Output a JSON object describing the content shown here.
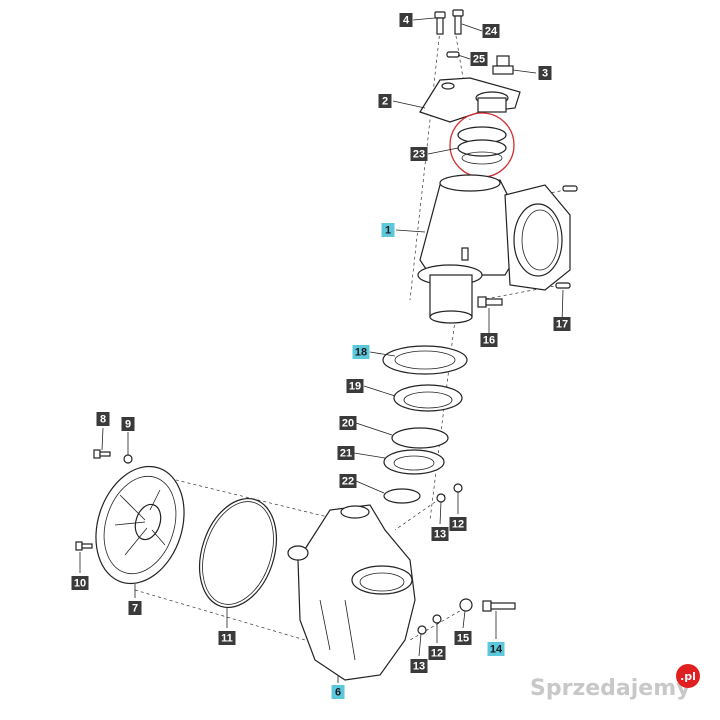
{
  "diagram": {
    "labels": [
      {
        "id": "4",
        "highlight": false
      },
      {
        "id": "24",
        "highlight": false
      },
      {
        "id": "25",
        "highlight": false
      },
      {
        "id": "3",
        "highlight": false
      },
      {
        "id": "2",
        "highlight": false
      },
      {
        "id": "23",
        "highlight": false
      },
      {
        "id": "1",
        "highlight": true
      },
      {
        "id": "17",
        "highlight": false
      },
      {
        "id": "16",
        "highlight": false
      },
      {
        "id": "18",
        "highlight": true
      },
      {
        "id": "19",
        "highlight": false
      },
      {
        "id": "20",
        "highlight": false
      },
      {
        "id": "21",
        "highlight": false
      },
      {
        "id": "22",
        "highlight": false
      },
      {
        "id": "8",
        "highlight": false
      },
      {
        "id": "9",
        "highlight": false
      },
      {
        "id": "13",
        "highlight": false
      },
      {
        "id": "12",
        "highlight": false
      },
      {
        "id": "10",
        "highlight": false
      },
      {
        "id": "7",
        "highlight": false
      },
      {
        "id": "11",
        "highlight": false
      },
      {
        "id": "15",
        "highlight": false
      },
      {
        "id": "14",
        "highlight": true
      },
      {
        "id": "6",
        "highlight": true
      },
      {
        "id": "13b",
        "text": "13",
        "highlight": false
      },
      {
        "id": "12b",
        "text": "12",
        "highlight": false
      }
    ],
    "colors": {
      "label_default": "#3a3a3a",
      "label_highlight": "#5bc8dc",
      "label_text_default": "#ffffff",
      "label_text_highlight": "#1a1a1a",
      "circle_mark": "#d03030"
    }
  },
  "watermark": {
    "text": "Sprzedajemy",
    "suffix": ".pl"
  }
}
